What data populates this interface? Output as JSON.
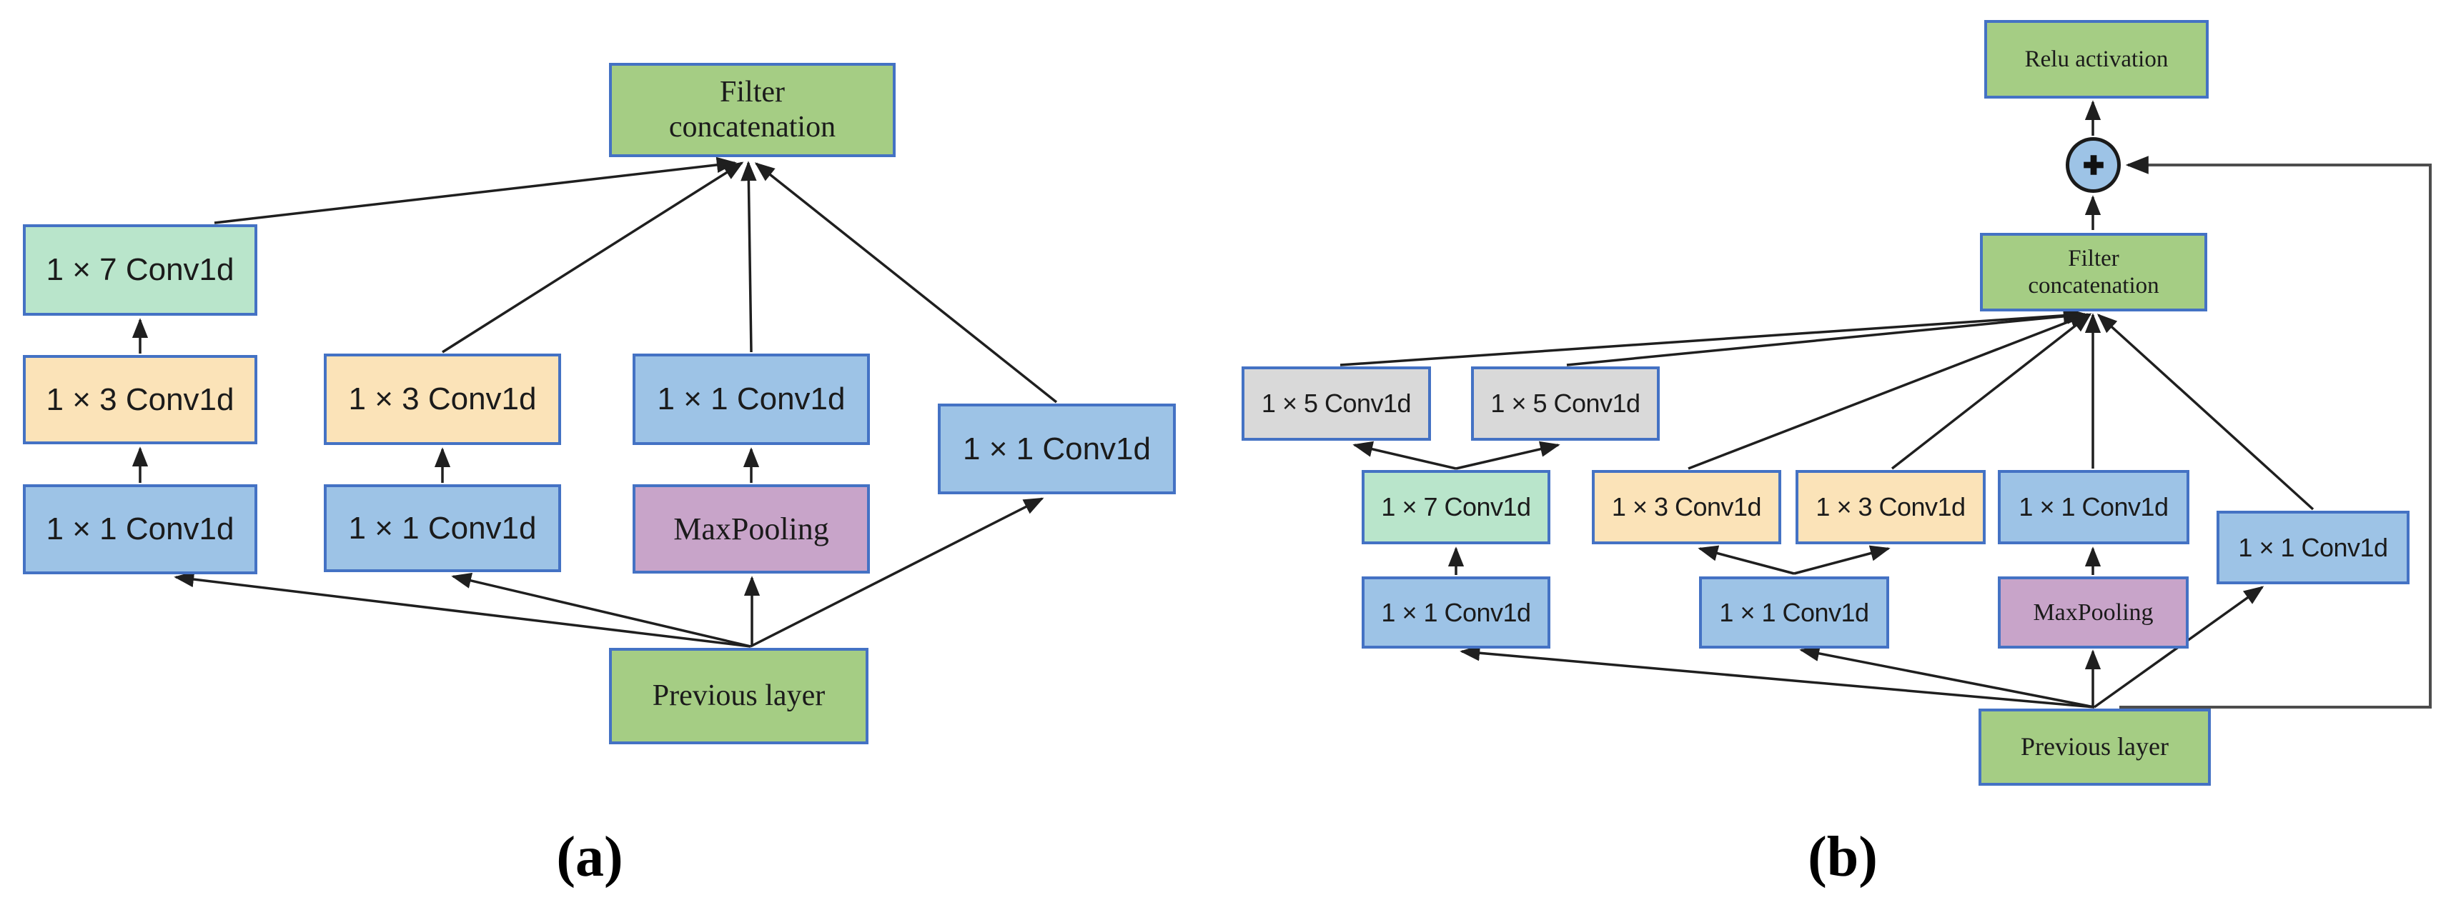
{
  "figure": {
    "description": "Two Inception-style Conv1d module diagrams",
    "panel_a_caption": "(a)",
    "panel_b_caption": "(b)"
  },
  "palette": {
    "green_fill": "#a5cd84",
    "mint_fill": "#b9e5cb",
    "orange_fill": "#fbe3b8",
    "blue_fill": "#9dc3e6",
    "gray_fill": "#d9d9d9",
    "pink_fill": "#c8a4c9",
    "node_border": "#4472c4",
    "arrow_color": "#1f1f1f",
    "skip_line_color": "#4d4d4d",
    "add_circle_fill": "#9dc3e6",
    "add_circle_border": "#1a1a1a"
  },
  "panel_a": {
    "caption": "(a)",
    "nodes": {
      "filter_concat": "Filter concatenation",
      "conv_1x7": "1 × 7 Conv1d",
      "conv_1x3_left": "1 × 3 Conv1d",
      "conv_1x1_left": "1 × 1 Conv1d",
      "conv_1x3_mid": "1 × 3 Conv1d",
      "conv_1x1_mid": "1 × 1 Conv1d",
      "conv_1x1_pool": "1 × 1 Conv1d",
      "maxpooling": "MaxPooling",
      "conv_1x1_right": "1 × 1 Conv1d",
      "previous_layer": "Previous layer"
    },
    "edges": [
      "Previous layer → 1 × 1 Conv1d (branch 1)",
      "1 × 1 Conv1d (branch 1) → 1 × 3 Conv1d (branch 1)",
      "1 × 3 Conv1d (branch 1) → 1 × 7 Conv1d",
      "1 × 7 Conv1d → Filter concatenation",
      "Previous layer → 1 × 1 Conv1d (branch 2)",
      "1 × 1 Conv1d (branch 2) → 1 × 3 Conv1d (branch 2)",
      "1 × 3 Conv1d (branch 2) → Filter concatenation",
      "Previous layer → MaxPooling",
      "MaxPooling → 1 × 1 Conv1d (branch 3)",
      "1 × 1 Conv1d (branch 3) → Filter concatenation",
      "Previous layer → 1 × 1 Conv1d (branch 4)",
      "1 × 1 Conv1d (branch 4) → Filter concatenation"
    ]
  },
  "panel_b": {
    "caption": "(b)",
    "add_symbol": "+",
    "nodes": {
      "relu": "Relu activation",
      "filter_concat": "Filter concatenation",
      "conv_1x5_left": "1 × 5 Conv1d",
      "conv_1x5_right": "1 × 5 Conv1d",
      "conv_1x7": "1 × 7 Conv1d",
      "conv_1x3_left": "1 × 3 Conv1d",
      "conv_1x3_right": "1 × 3 Conv1d",
      "conv_1x1_branch1": "1 × 1 Conv1d",
      "conv_1x1_branch23": "1 × 1 Conv1d",
      "conv_1x1_branch4": "1 × 1 Conv1d",
      "conv_1x1_branch5": "1 × 1 Conv1d",
      "maxpooling": "MaxPooling",
      "previous_layer": "Previous layer"
    },
    "edges": [
      "Previous layer → 1 × 1 Conv1d (branch 1)",
      "1 × 1 Conv1d (branch 1) → 1 × 7 Conv1d",
      "1 × 7 Conv1d → 1 × 5 Conv1d (left)",
      "1 × 7 Conv1d → 1 × 5 Conv1d (right)",
      "1 × 5 Conv1d (left) → Filter concatenation",
      "1 × 5 Conv1d (right) → Filter concatenation",
      "Previous layer → 1 × 1 Conv1d (branches 2-3)",
      "1 × 1 Conv1d (branches 2-3) → 1 × 3 Conv1d (left)",
      "1 × 1 Conv1d (branches 2-3) → 1 × 3 Conv1d (right)",
      "1 × 3 Conv1d (left) → Filter concatenation",
      "1 × 3 Conv1d (right) → Filter concatenation",
      "Previous layer → MaxPooling",
      "MaxPooling → 1 × 1 Conv1d (branch 4)",
      "1 × 1 Conv1d (branch 4) → Filter concatenation",
      "Previous layer → 1 × 1 Conv1d (branch 5)",
      "1 × 1 Conv1d (branch 5) → Filter concatenation",
      "Filter concatenation → add (+)",
      "Previous layer → add (+) skip connection",
      "add (+) → Relu activation"
    ]
  }
}
